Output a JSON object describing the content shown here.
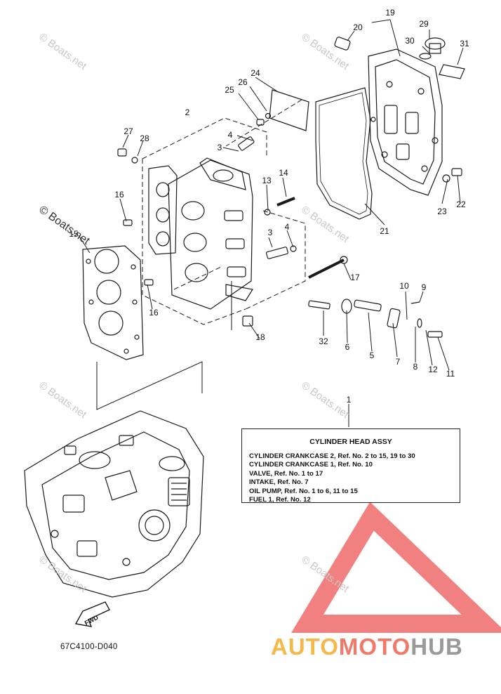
{
  "callouts": [
    {
      "id": "19",
      "label": "19"
    },
    {
      "id": "20",
      "label": "20"
    },
    {
      "id": "29",
      "label": "29"
    },
    {
      "id": "30",
      "label": "30"
    },
    {
      "id": "31",
      "label": "31"
    },
    {
      "id": "24",
      "label": "24"
    },
    {
      "id": "25",
      "label": "25"
    },
    {
      "id": "26",
      "label": "26"
    },
    {
      "id": "2",
      "label": "2"
    },
    {
      "id": "4a",
      "label": "4"
    },
    {
      "id": "3a",
      "label": "3"
    },
    {
      "id": "27",
      "label": "27"
    },
    {
      "id": "28",
      "label": "28"
    },
    {
      "id": "14",
      "label": "14"
    },
    {
      "id": "13",
      "label": "13"
    },
    {
      "id": "16a",
      "label": "16"
    },
    {
      "id": "15",
      "label": "15"
    },
    {
      "id": "3b",
      "label": "3"
    },
    {
      "id": "4b",
      "label": "4"
    },
    {
      "id": "16b",
      "label": "16"
    },
    {
      "id": "23",
      "label": "23"
    },
    {
      "id": "22",
      "label": "22"
    },
    {
      "id": "21",
      "label": "21"
    },
    {
      "id": "17",
      "label": "17"
    },
    {
      "id": "10",
      "label": "10"
    },
    {
      "id": "9",
      "label": "9"
    },
    {
      "id": "18",
      "label": "18"
    },
    {
      "id": "32",
      "label": "32"
    },
    {
      "id": "6",
      "label": "6"
    },
    {
      "id": "5",
      "label": "5"
    },
    {
      "id": "7",
      "label": "7"
    },
    {
      "id": "8",
      "label": "8"
    },
    {
      "id": "12",
      "label": "12"
    },
    {
      "id": "11",
      "label": "11"
    },
    {
      "id": "1",
      "label": "1"
    }
  ],
  "info_box": {
    "title": "CYLINDER HEAD ASSY",
    "lines": [
      "CYLINDER CRANKCASE 2,  Ref. No. 2 to 15, 19 to 30",
      "CYLINDER CRANKCASE 1,  Ref. No. 10",
      "VALVE,  Ref. No. 1 to 17",
      "INTAKE,  Ref. No. 7",
      "OIL PUMP,  Ref. No. 1 to 6, 11 to 15",
      "FUEL 1,  Ref. No. 12"
    ]
  },
  "fwd_label": "FWD",
  "diagram_code": "67C4100-D040",
  "watermark_text": "© Boats.net",
  "brand": {
    "part1": "AUTO",
    "part2": "MOTO",
    "part3": "HUB",
    "color1": "#f5b84a",
    "color2": "#ef7a6a",
    "color3": "#9a9a9a",
    "logo_color": "#ef6a6a"
  }
}
